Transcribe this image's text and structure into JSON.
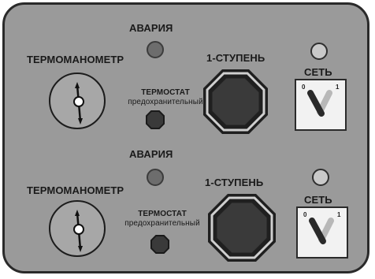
{
  "units": [
    {
      "alarm_label": "АВАРИЯ",
      "gauge_label": "ТЕРМОМАНОМЕТР",
      "thermostat_label_line1": "ТЕРМОСТАТ",
      "thermostat_label_line2": "предохранительный",
      "stage_label": "1-СТУПЕНЬ",
      "network_label": "СЕТЬ",
      "switch_positions": [
        "0",
        "1"
      ]
    },
    {
      "alarm_label": "АВАРИЯ",
      "gauge_label": "ТЕРМОМАНОМЕТР",
      "thermostat_label_line1": "ТЕРМОСТАТ",
      "thermostat_label_line2": "предохранительный",
      "stage_label": "1-СТУПЕНЬ",
      "network_label": "СЕТЬ",
      "switch_positions": [
        "0",
        "1"
      ]
    }
  ],
  "colors": {
    "panel": "#9a9a9a",
    "alarm_lamp": "#6d6d6d",
    "network_lamp": "#c9c9c9",
    "button": "#3a3a3a"
  }
}
